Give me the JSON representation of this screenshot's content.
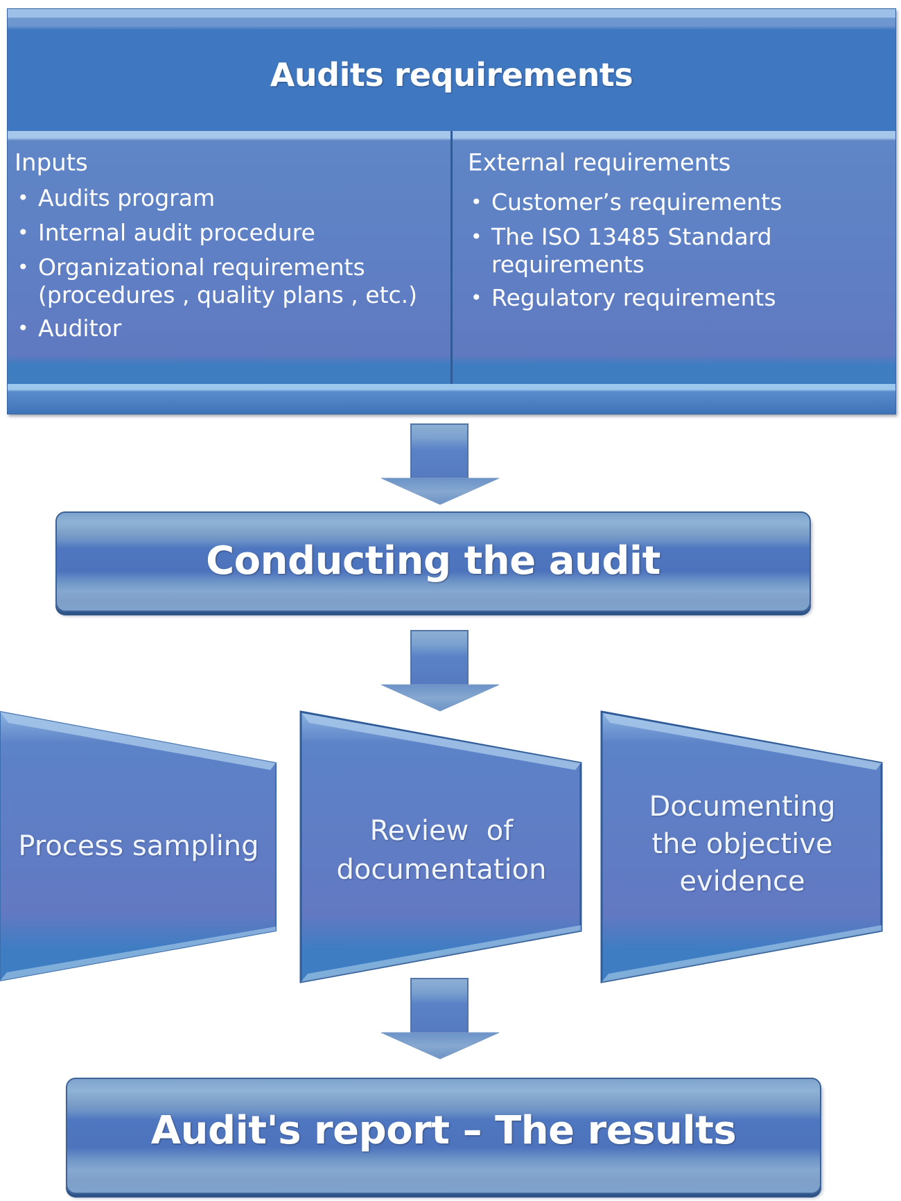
{
  "diagram": {
    "title": "Audits requirements",
    "inputs": {
      "heading": "Inputs",
      "items": [
        {
          "text": "Audits program"
        },
        {
          "text": "Internal audit procedure"
        },
        {
          "text": "Organizational requirements",
          "continuation": "(procedures ,  quality plans , etc.)"
        },
        {
          "text": "Auditor"
        }
      ]
    },
    "external": {
      "heading": "External requirements",
      "items": [
        {
          "text": "Customer’s requirements"
        },
        {
          "text": "The ISO 13485 Standard",
          "continuation": "requirements"
        },
        {
          "text": "Regulatory requirements"
        }
      ]
    },
    "bullet_glyph": "•",
    "stage_conduct": "Conducting the audit",
    "activities": [
      {
        "lines": [
          "Process sampling"
        ]
      },
      {
        "lines": [
          "Review  of",
          "documentation"
        ]
      },
      {
        "lines": [
          "Documenting",
          "the objective",
          "evidence"
        ]
      }
    ],
    "stage_report": "Audit's report – The results",
    "arrows": [
      "down-arrow-icon",
      "down-arrow-icon",
      "down-arrow-icon"
    ]
  },
  "colors": {
    "primary_blue": "#4479bd",
    "panel_blue": "#5f80c4",
    "highlight": "#a6c7ea",
    "text": "#ffffff"
  }
}
